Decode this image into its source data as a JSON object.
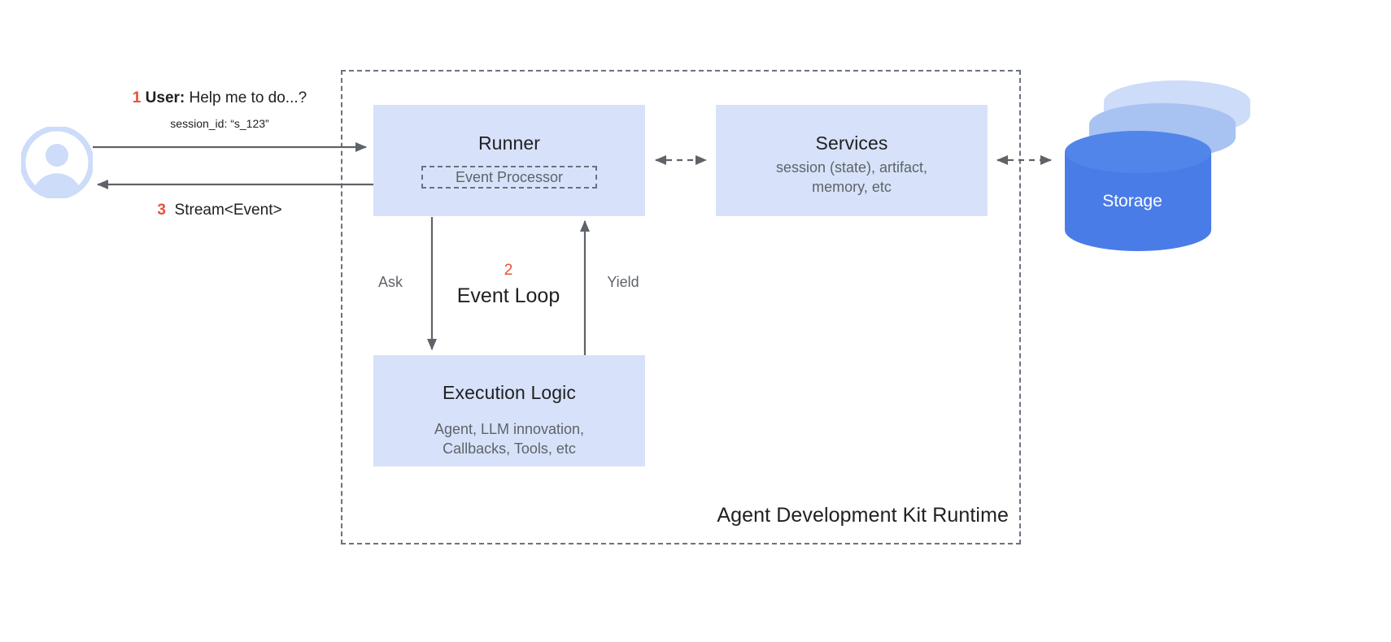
{
  "diagram": {
    "title": "Agent Development Kit Runtime",
    "colors": {
      "box_fill": "#d7e2fa",
      "storage_primary": "#4a7ce8",
      "storage_mid": "#a8c2f2",
      "storage_light": "#ccdcf9",
      "accent_red": "#e8503a",
      "line": "#5f6368",
      "text_primary": "#202124",
      "text_secondary": "#5f6368"
    }
  },
  "user": {
    "avatar_icon": "user-avatar-icon",
    "step1_num": "1",
    "step1_text": "User:",
    "step1_message": " Help me to do...?",
    "session_id": "session_id: “s_123”",
    "step3_num": "3",
    "step3_text": "Stream<Event>"
  },
  "runner": {
    "title": "Runner",
    "event_processor": "Event Processor"
  },
  "services": {
    "title": "Services",
    "subtitle_line1": "session (state), artifact,",
    "subtitle_line2": "memory, etc"
  },
  "execution": {
    "title": "Execution Logic",
    "subtitle_line1": "Agent, LLM innovation,",
    "subtitle_line2": "Callbacks, Tools, etc"
  },
  "event_loop": {
    "step_num": "2",
    "label": "Event Loop",
    "ask_label": "Ask",
    "yield_label": "Yield"
  },
  "storage": {
    "label": "Storage"
  }
}
